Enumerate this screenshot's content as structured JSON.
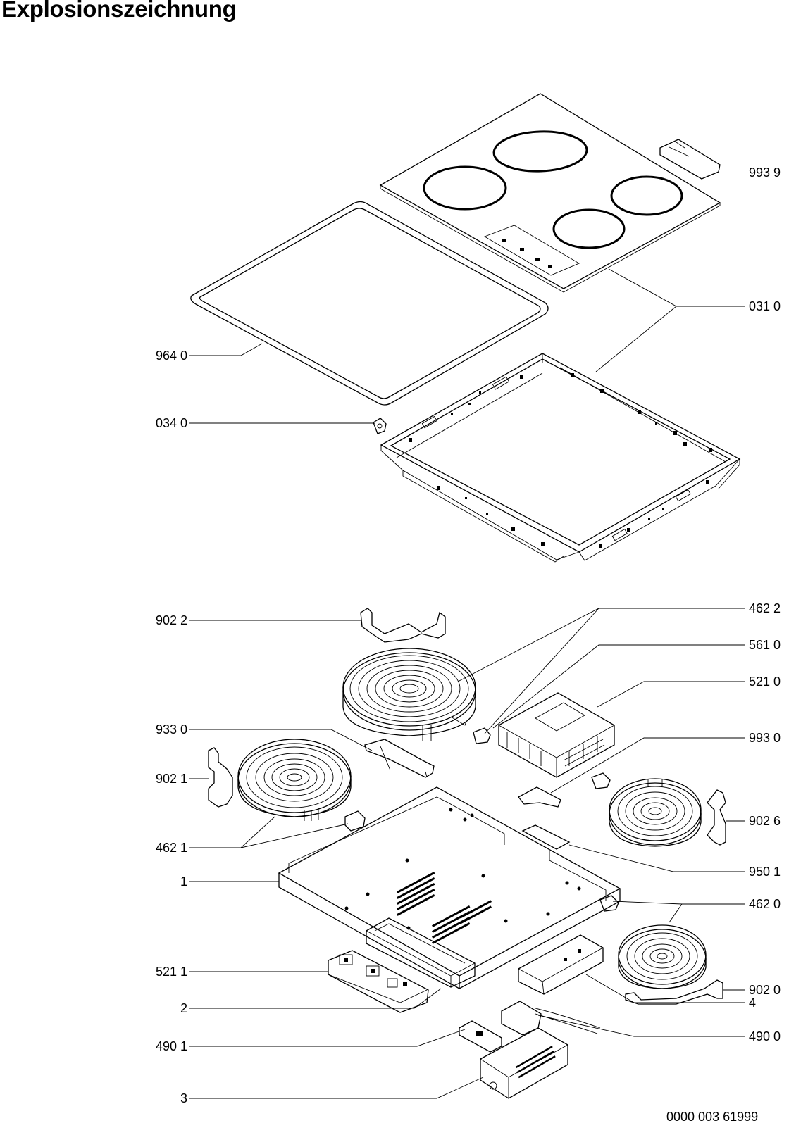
{
  "title": "Explosionszeichnung",
  "document_number": "0000 003 61999",
  "labels": {
    "p9939": "993 9",
    "p0310": "031 0",
    "p9640": "964 0",
    "p0340": "034 0",
    "p9022": "902 2",
    "p4622": "462 2",
    "p5610": "561 0",
    "p5210": "521 0",
    "p9330": "933 0",
    "p9930": "993 0",
    "p9021": "902 1",
    "p9026": "902 6",
    "p4621": "462 1",
    "p9501": "950 1",
    "p1": "1",
    "p4620": "462 0",
    "p5211": "521 1",
    "p9020": "902 0",
    "p2": "2",
    "p4": "4",
    "p4901": "490 1",
    "p4900": "490 0",
    "p3": "3"
  }
}
